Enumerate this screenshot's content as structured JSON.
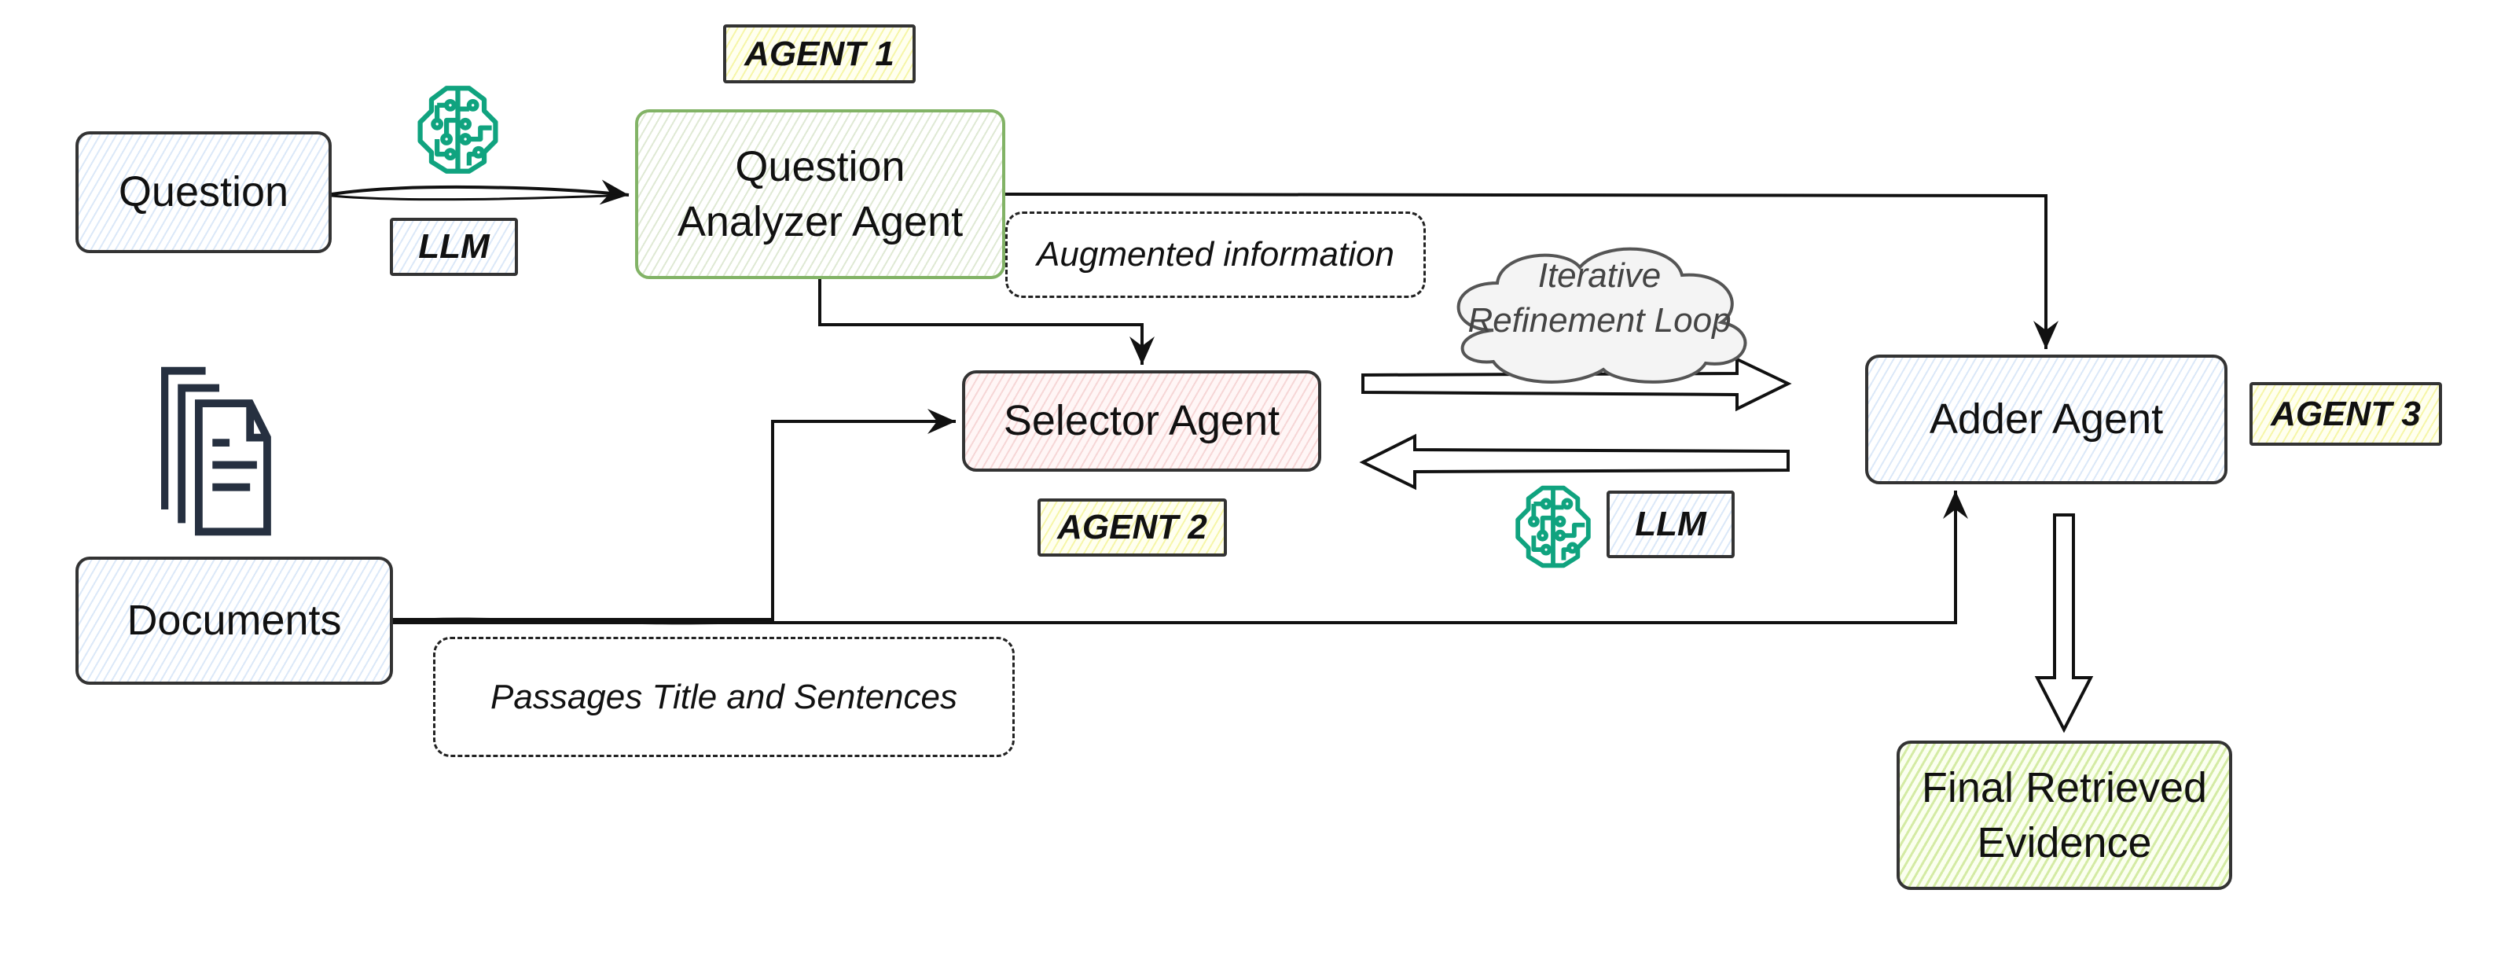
{
  "diagram": {
    "nodes": {
      "question": "Question",
      "question_analyzer": "Question Analyzer Agent",
      "selector": "Selector Agent",
      "adder": "Adder Agent",
      "documents": "Documents",
      "final": "Final Retrieved Evidence"
    },
    "tags": {
      "agent1": "AGENT 1",
      "agent2": "AGENT 2",
      "agent3": "AGENT 3",
      "llm1": "LLM",
      "llm2": "LLM"
    },
    "notes": {
      "augmented": "Augmented information",
      "passages": "Passages Title and Sentences",
      "loop_line1": "Iterative",
      "loop_line2": "Refinement Loop"
    },
    "icons": {
      "brain": "brain-circuit-icon",
      "documents": "documents-stack-icon"
    },
    "colors": {
      "brain": "#10a37f",
      "analyzer_border": "#82b366",
      "stroke": "#333333"
    },
    "edges": [
      {
        "from": "Question",
        "to": "Question Analyzer Agent"
      },
      {
        "from": "Question Analyzer Agent",
        "to": "Selector Agent"
      },
      {
        "from": "Question Analyzer Agent",
        "to": "Adder Agent"
      },
      {
        "from": "Documents",
        "to": "Selector Agent"
      },
      {
        "from": "Documents",
        "to": "Adder Agent"
      },
      {
        "from": "Selector Agent",
        "to": "Adder Agent"
      },
      {
        "from": "Adder Agent",
        "to": "Selector Agent"
      },
      {
        "from": "Adder Agent",
        "to": "Final Retrieved Evidence"
      }
    ]
  }
}
